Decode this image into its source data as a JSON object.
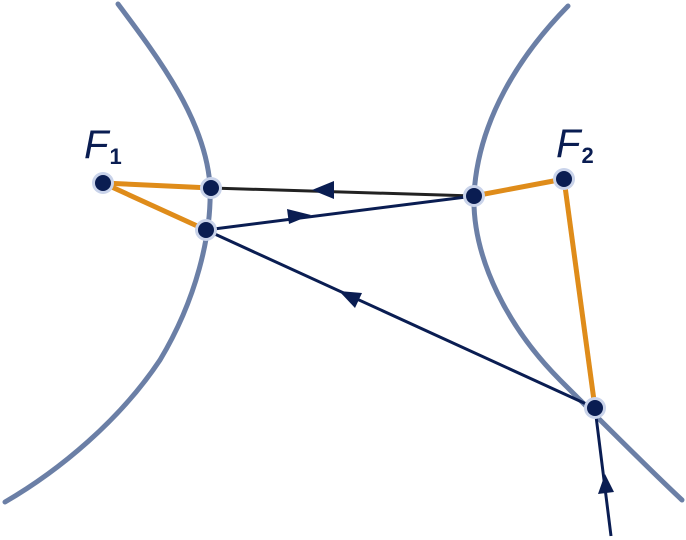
{
  "labels": {
    "f1": {
      "letter": "F",
      "sub": "1"
    },
    "f2": {
      "letter": "F",
      "sub": "2"
    }
  },
  "colors": {
    "hyperbola": "#6b7fa6",
    "focal_segment": "#df8c1a",
    "ray": "#0a1d52",
    "reflected_ray_top": "#222222",
    "point_fill": "#0a1d52",
    "point_halo": "#c9d3ea"
  }
}
